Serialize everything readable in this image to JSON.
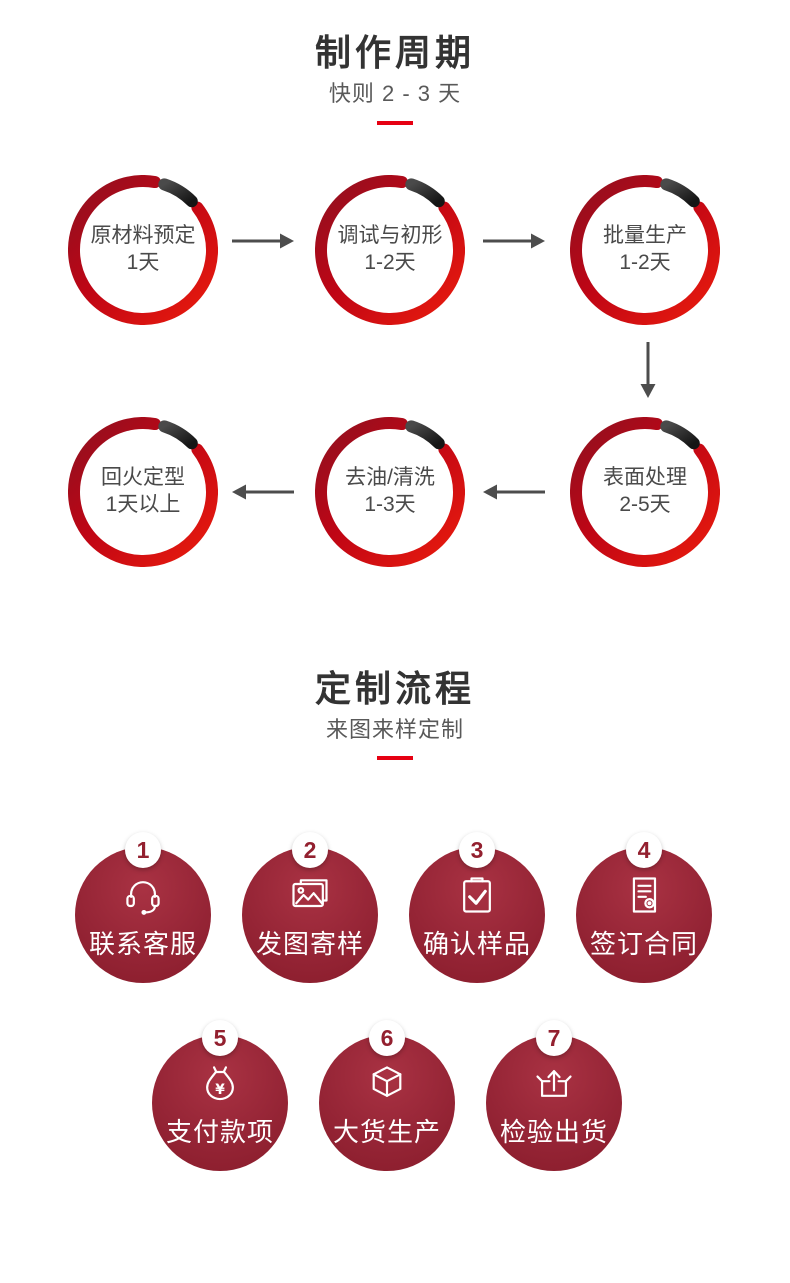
{
  "colors": {
    "accent_red": "#e60012",
    "ring_dark_segment": "#1a1a1a",
    "badge_maroon": "#962536",
    "title_text": "#333333",
    "body_text": "#4a4a4a"
  },
  "section_production": {
    "title": "制作周期",
    "subtitle": "快则 2 - 3 天",
    "steps_row1": [
      {
        "line1": "原材料预定",
        "line2": "1天"
      },
      {
        "line1": "调试与初形",
        "line2": "1-2天"
      },
      {
        "line1": "批量生产",
        "line2": "1-2天"
      }
    ],
    "steps_row2": [
      {
        "line1": "回火定型",
        "line2": "1天以上"
      },
      {
        "line1": "去油/清洗",
        "line2": "1-3天"
      },
      {
        "line1": "表面处理",
        "line2": "2-5天"
      }
    ]
  },
  "section_custom": {
    "title": "定制流程",
    "subtitle": "来图来样定制",
    "steps": [
      {
        "num": "1",
        "label": "联系客服",
        "icon": "headset-icon"
      },
      {
        "num": "2",
        "label": "发图寄样",
        "icon": "photo-icon"
      },
      {
        "num": "3",
        "label": "确认样品",
        "icon": "clipboard-check-icon"
      },
      {
        "num": "4",
        "label": "签订合同",
        "icon": "contract-icon"
      },
      {
        "num": "5",
        "label": "支付款项",
        "icon": "money-bag-icon"
      },
      {
        "num": "6",
        "label": "大货生产",
        "icon": "cube-icon"
      },
      {
        "num": "7",
        "label": "检验出货",
        "icon": "shipping-box-icon"
      }
    ]
  }
}
